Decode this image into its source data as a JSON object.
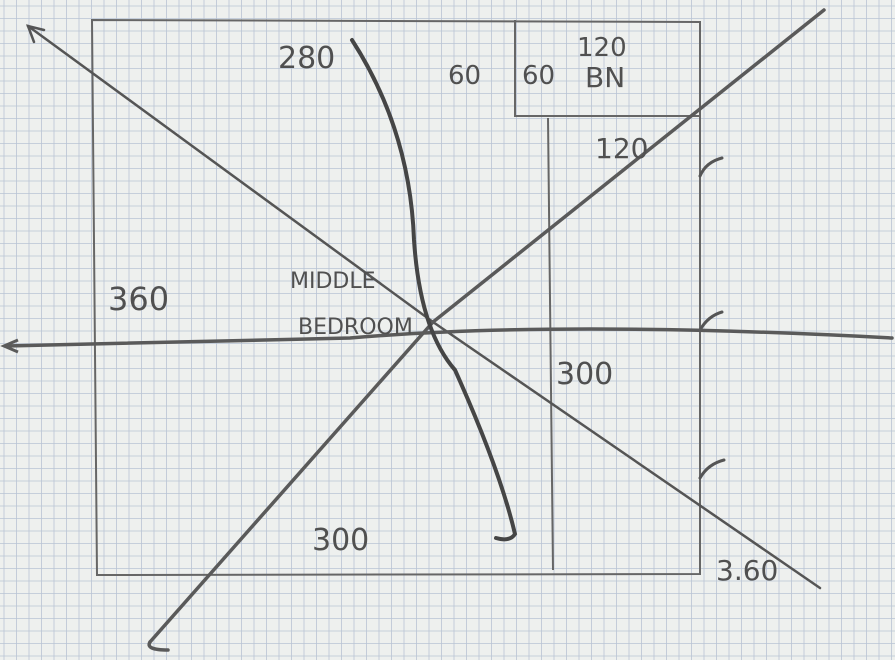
{
  "title": "",
  "labels": {
    "top_dimension": "280",
    "top_left_60": "60",
    "top_right_60": "60",
    "bn_value": "120",
    "bn_text": "BN",
    "right_120": "120",
    "left_dimension": "360",
    "room_name_line1": "MIDDLE",
    "room_name_line2": "BEDROOM",
    "right_300": "300",
    "bottom_300": "300",
    "bottom_right": "3.60"
  },
  "colors": {
    "paper": "#eef0ee",
    "grid": "#b9c4d4",
    "pencil": "#5a5a5a",
    "pencil_dark": "#454545"
  }
}
